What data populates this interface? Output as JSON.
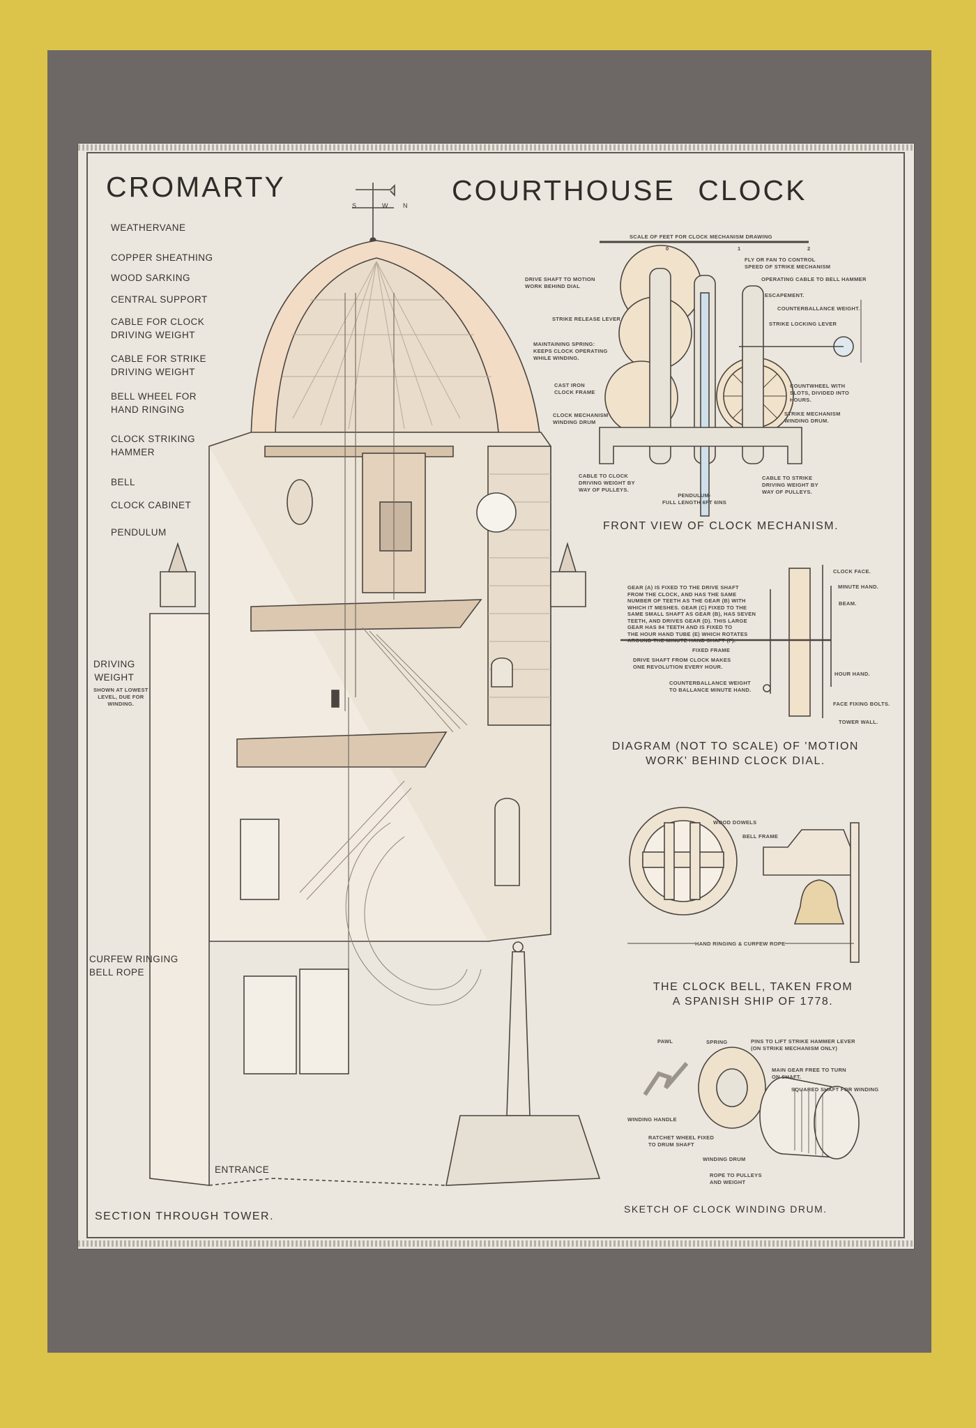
{
  "title": {
    "left": "CROMARTY",
    "right": "COURTHOUSE CLOCK"
  },
  "weathervane_letters": {
    "s": "S",
    "w": "W",
    "n": "N"
  },
  "section": {
    "caption": "SECTION THROUGH TOWER.",
    "labels": [
      "WEATHERVANE",
      "COPPER SHEATHING",
      "WOOD SARKING",
      "CENTRAL SUPPORT",
      "CABLE FOR CLOCK\nDRIVING WEIGHT",
      "CABLE FOR STRIKE\nDRIVING WEIGHT",
      "BELL WHEEL FOR\nHAND RINGING",
      "CLOCK STRIKING\nHAMMER",
      "BELL",
      "CLOCK CABINET",
      "PENDULUM",
      "DRIVING\nWEIGHT",
      "CURFEW RINGING\nBELL ROPE",
      "ENTRANCE"
    ],
    "driving_weight_note": "SHOWN AT LOWEST\nLEVEL, DUE FOR\nWINDING."
  },
  "mechanism": {
    "caption": "FRONT VIEW OF CLOCK MECHANISM.",
    "scale_label": "SCALE OF FEET FOR CLOCK MECHANISM DRAWING",
    "scale_ticks": [
      "0",
      "1",
      "2"
    ],
    "labels": [
      "FLY OR FAN TO CONTROL\nSPEED OF STRIKE MECHANISM",
      "DRIVE SHAFT TO MOTION\nWORK BEHIND DIAL",
      "OPERATING CABLE TO BELL HAMMER",
      "ESCAPEMENT.",
      "COUNTERBALLANCE WEIGHT.",
      "STRIKE RELEASE LEVER",
      "STRIKE LOCKING LEVER",
      "MAINTAINING SPRING:\nKEEPS CLOCK OPERATING\nWHILE WINDING.",
      "CAST IRON\nCLOCK FRAME",
      "COUNTWHEEL WITH\nSLOTS, DIVIDED INTO\nHOURS.",
      "CLOCK MECHANISM\nWINDING DRUM",
      "STRIKE MECHANISM\nWINDING DRUM.",
      "CABLE TO CLOCK\nDRIVING WEIGHT BY\nWAY OF PULLEYS.",
      "PENDULUM-\nFULL LENGTH 6FT 6INS",
      "CABLE TO STRIKE\nDRIVING WEIGHT BY\nWAY OF PULLEYS."
    ]
  },
  "motion_work": {
    "caption": "DIAGRAM (NOT TO SCALE) OF 'MOTION\nWORK' BEHIND CLOCK DIAL.",
    "description": "GEAR (A) IS FIXED TO THE DRIVE SHAFT\nFROM THE CLOCK, AND HAS THE SAME\nNUMBER OF TEETH AS THE GEAR (B) WITH\nWHICH IT MESHES. GEAR (C) FIXED TO THE\nSAME SMALL SHAFT AS GEAR (B), HAS SEVEN\nTEETH, AND DRIVES GEAR (D). THIS LARGE\nGEAR HAS 84 TEETH AND IS FIXED TO\nTHE HOUR HAND TUBE (E) WHICH ROTATES\nAROUND THE MINUTE HAND SHAFT (F).",
    "labels": [
      "CLOCK FACE.",
      "MINUTE HAND.",
      "BEAM.",
      "FIXED FRAME",
      "DRIVE SHAFT FROM CLOCK MAKES\nONE REVOLUTION EVERY HOUR.",
      "HOUR HAND.",
      "COUNTERBALLANCE WEIGHT\nTO BALLANCE MINUTE HAND.",
      "FACE FIXING BOLTS.",
      "TOWER WALL."
    ]
  },
  "bell": {
    "caption": "THE CLOCK BELL, TAKEN FROM\nA SPANISH SHIP OF 1778.",
    "labels": [
      "WOOD DOWELS",
      "BELL FRAME",
      "HAND RINGING & CURFEW ROPE"
    ]
  },
  "drum": {
    "caption": "SKETCH OF CLOCK WINDING DRUM.",
    "labels": [
      "PAWL",
      "SPRING",
      "PINS TO LIFT STRIKE HAMMER LEVER\n(ON STRIKE MECHANISM ONLY)",
      "MAIN GEAR FREE TO TURN\nON SHAFT.",
      "SQUARED SHAFT FOR WINDING",
      "WINDING HANDLE",
      "RATCHET WHEEL FIXED\nTO DRUM SHAFT",
      "WINDING DRUM",
      "ROPE TO PULLEYS\nAND WEIGHT"
    ]
  },
  "colors": {
    "background": "#dcc34a",
    "mount": "#6d6865",
    "paper": "#ebe7de",
    "ink": "#35322f",
    "wash": "#f3dcc4"
  }
}
